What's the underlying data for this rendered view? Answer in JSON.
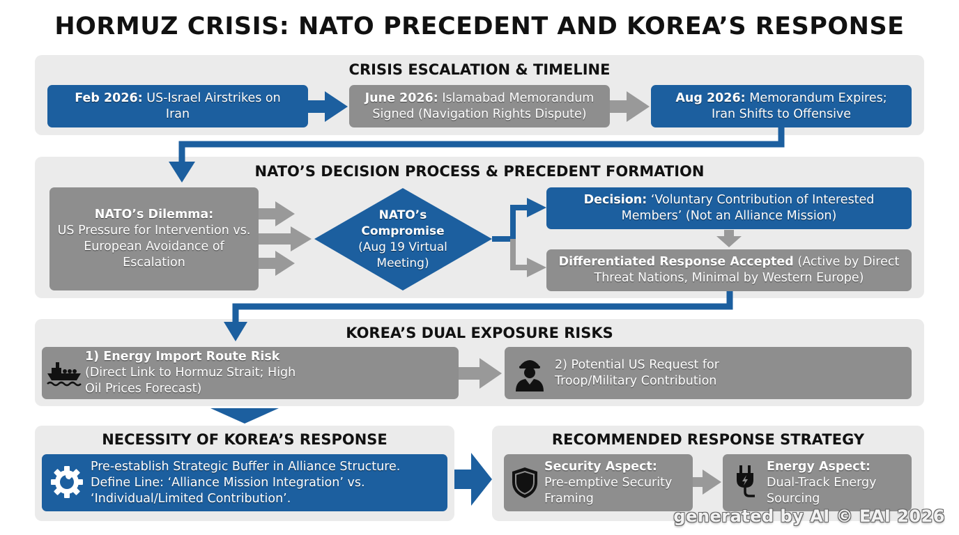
{
  "title": "HORMUZ CRISIS: NATO PRECEDENT AND KOREA’S RESPONSE",
  "sections": {
    "timeline": {
      "title": "CRISIS ESCALATION & TIMELINE",
      "events": [
        {
          "label": "Feb 2026:",
          "text": "US-Israel Airstrikes on Iran"
        },
        {
          "label": "June 2026:",
          "text": "Islamabad Memorandum Signed (Navigation Rights Dispute)"
        },
        {
          "label": "Aug 2026:",
          "text": "Memorandum Expires; Iran Shifts to Offensive"
        }
      ]
    },
    "nato": {
      "title": "NATO’S DECISION PROCESS & PRECEDENT FORMATION",
      "dilemma": {
        "label": "NATO’s Dilemma:",
        "text": "US Pressure for Intervention vs. European Avoidance of Escalation"
      },
      "compromise": {
        "label": "NATO’s Compromise",
        "text": "(Aug 19 Virtual Meeting)"
      },
      "decision": {
        "label": "Decision:",
        "text": "‘Voluntary Contribution of Interested Members’ (Not an Alliance Mission)"
      },
      "differentiated": {
        "label": "Differentiated Response Accepted",
        "text": "(Active by Direct Threat Nations, Minimal by Western Europe)"
      }
    },
    "korea_risks": {
      "title": "KOREA’S DUAL EXPOSURE RISKS",
      "risk1": {
        "label": "1) Energy Import Route Risk",
        "text": "(Direct Link to Hormuz Strait; High Oil Prices Forecast)"
      },
      "risk2": {
        "text": "2) Potential US Request for Troop/Military Contribution"
      }
    },
    "necessity": {
      "title": "NECESSITY OF KOREA’S RESPONSE",
      "text": "Pre-establish Strategic Buffer in Alliance Structure. Define Line: ‘Alliance Mission Integration’ vs. ‘Individual/Limited Contribution’."
    },
    "strategy": {
      "title": "RECOMMENDED RESPONSE STRATEGY",
      "security": {
        "label": "Security Aspect:",
        "text": "Pre-emptive Security Framing"
      },
      "energy": {
        "label": "Energy Aspect:",
        "text": "Dual-Track Energy Sourcing"
      }
    }
  },
  "icons": [
    "ship-icon",
    "soldier-icon",
    "gear-wrench-icon",
    "shield-icon",
    "plug-icon"
  ],
  "colors": {
    "blue": "#1c5f9f",
    "gray": "#8e8e8e",
    "panel": "#ebebeb"
  },
  "watermark": "generated by AI © EAI 2026"
}
